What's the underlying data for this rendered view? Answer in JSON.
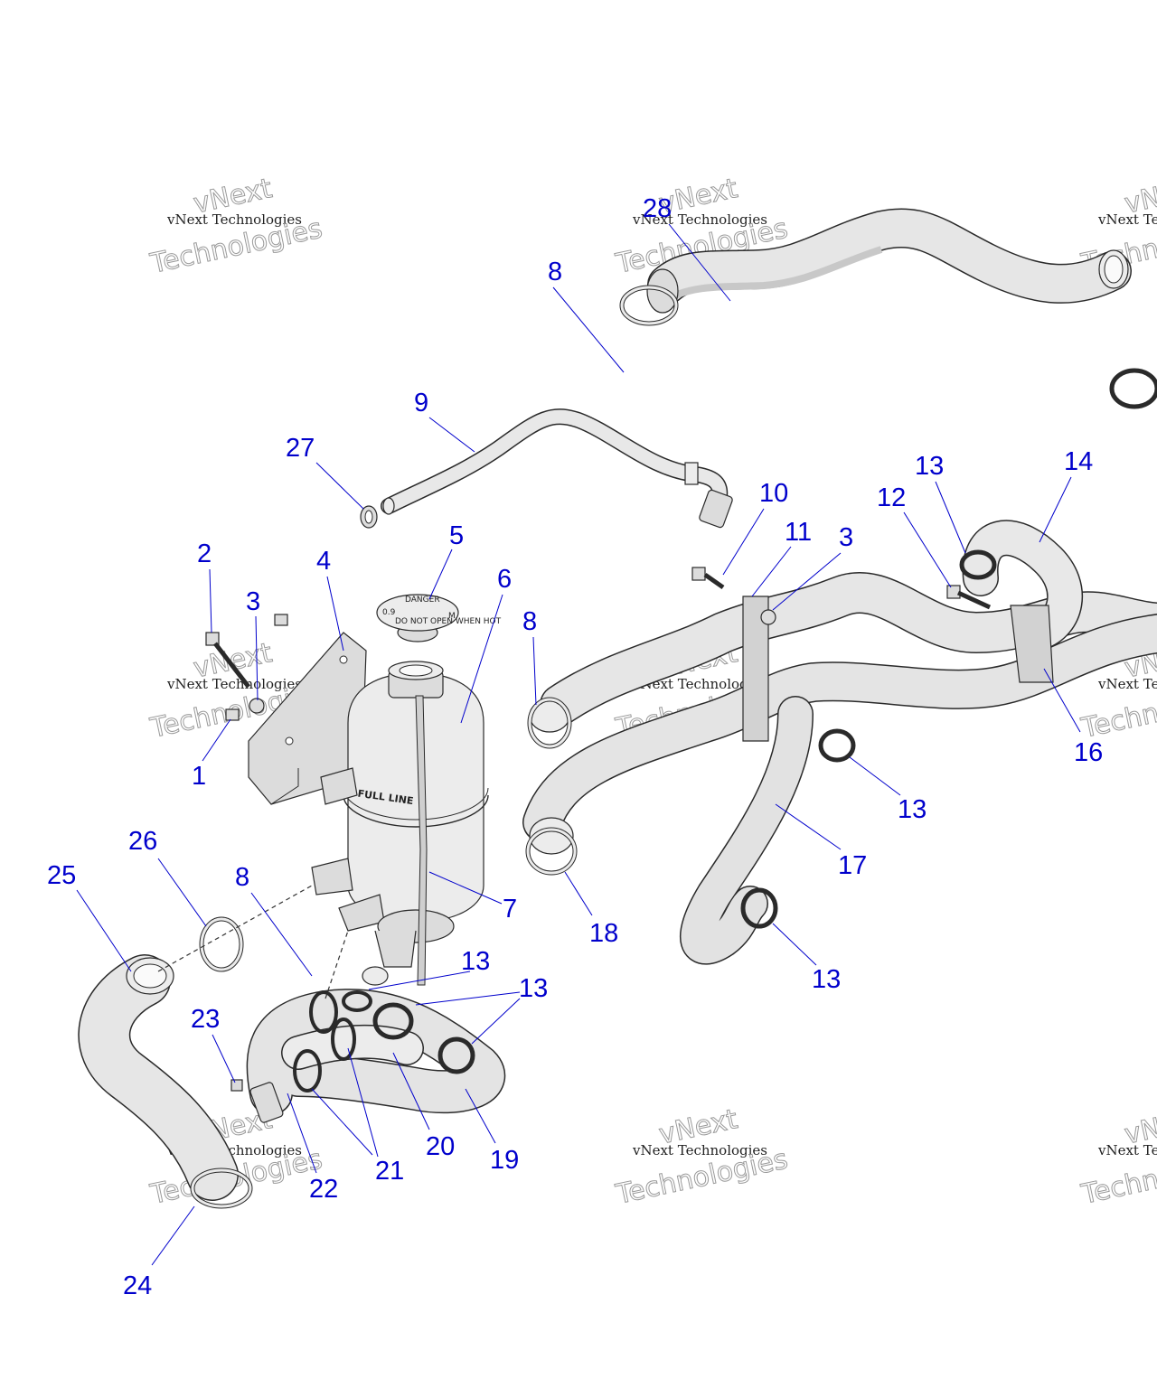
{
  "callouts": [
    {
      "label": "1"
    },
    {
      "label": "2"
    },
    {
      "label": "3"
    },
    {
      "label": "3"
    },
    {
      "label": "4"
    },
    {
      "label": "5"
    },
    {
      "label": "6"
    },
    {
      "label": "7"
    },
    {
      "label": "8"
    },
    {
      "label": "8"
    },
    {
      "label": "8"
    },
    {
      "label": "9"
    },
    {
      "label": "10"
    },
    {
      "label": "11"
    },
    {
      "label": "12"
    },
    {
      "label": "13"
    },
    {
      "label": "13"
    },
    {
      "label": "13"
    },
    {
      "label": "13"
    },
    {
      "label": "13"
    },
    {
      "label": "14"
    },
    {
      "label": "16"
    },
    {
      "label": "17"
    },
    {
      "label": "18"
    },
    {
      "label": "19"
    },
    {
      "label": "20"
    },
    {
      "label": "21"
    },
    {
      "label": "22"
    },
    {
      "label": "23"
    },
    {
      "label": "24"
    },
    {
      "label": "25"
    },
    {
      "label": "26"
    },
    {
      "label": "27"
    },
    {
      "label": "28"
    }
  ],
  "watermark": {
    "small": "vNext Technologies",
    "top": "vNext",
    "bottom": "Technologies"
  },
  "cap_text": {
    "danger": "DANGER",
    "marks": "DO NOT OPEN WHEN HOT",
    "left": "0.9",
    "right": "M"
  },
  "tank_text": "FULL LINE",
  "colors": {
    "callout": "#0000cc",
    "part_fill": "#dcdcdc",
    "outline": "#2a2a2a"
  }
}
